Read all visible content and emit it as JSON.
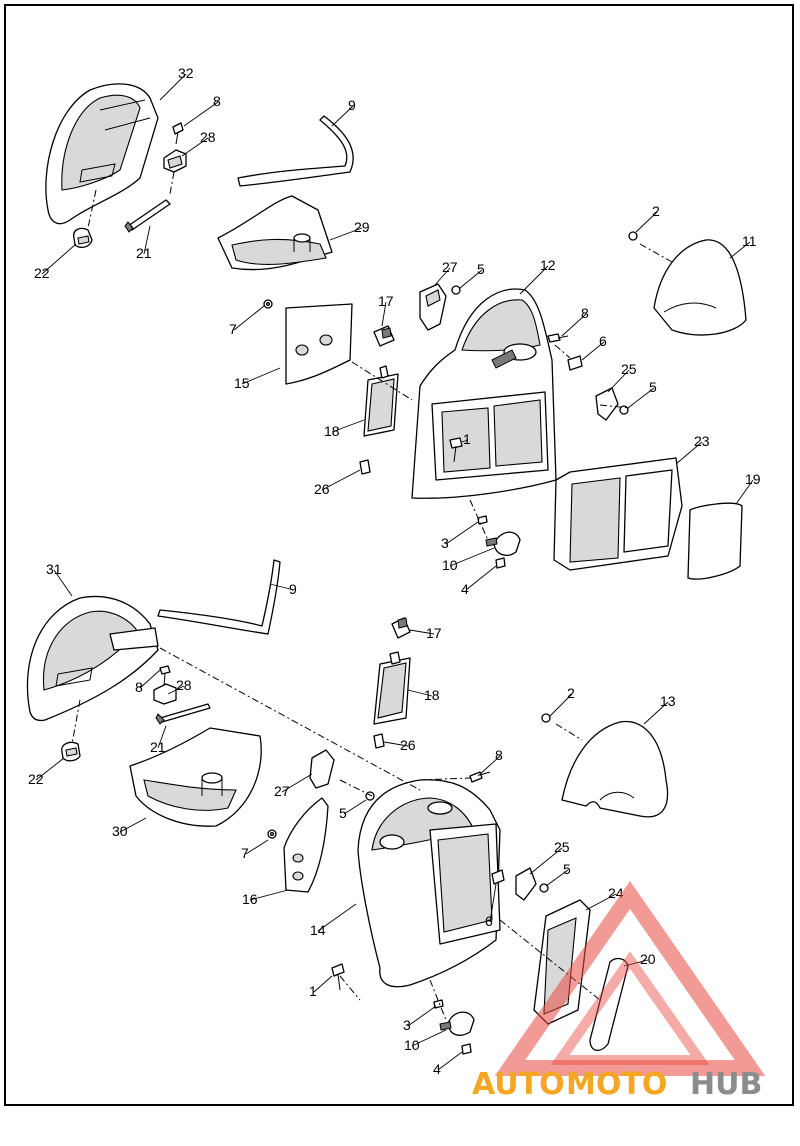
{
  "diagram": {
    "callouts_top": [
      "32",
      "8",
      "28",
      "9",
      "21",
      "22",
      "29",
      "7",
      "15",
      "17",
      "18",
      "26",
      "27",
      "5",
      "12",
      "8",
      "6",
      "25",
      "5",
      "1",
      "3",
      "10",
      "4",
      "23",
      "19",
      "2",
      "11"
    ],
    "callouts_bottom": [
      "31",
      "9",
      "8",
      "28",
      "21",
      "22",
      "30",
      "17",
      "18",
      "26",
      "27",
      "5",
      "7",
      "16",
      "14",
      "1",
      "8",
      "25",
      "5",
      "6",
      "3",
      "10",
      "4",
      "24",
      "20",
      "2",
      "13"
    ]
  },
  "watermark": {
    "part1": "AUTO",
    "part2": "MOTO",
    "part3": "HUB",
    "color_orange": "#f5a623",
    "color_gray": "#8c8c8c",
    "color_red": "#e8473e"
  }
}
